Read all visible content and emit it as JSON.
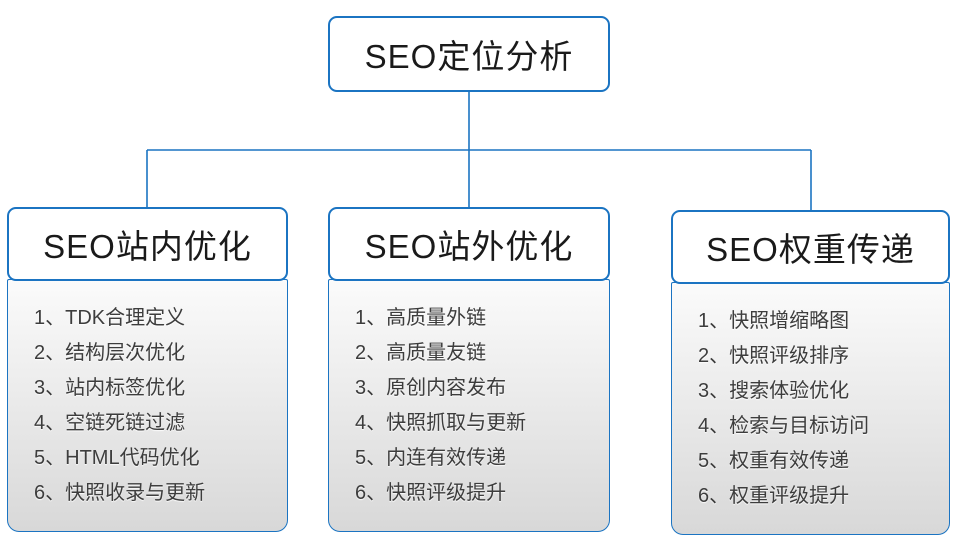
{
  "root": {
    "title": "SEO定位分析"
  },
  "columns": [
    {
      "title": "SEO站内优化",
      "items": [
        "1、TDK合理定义",
        "2、结构层次优化",
        "3、站内标签优化",
        "4、空链死链过滤",
        "5、HTML代码优化",
        "6、快照收录与更新"
      ]
    },
    {
      "title": "SEO站外优化",
      "items": [
        "1、高质量外链",
        "2、高质量友链",
        "3、原创内容发布",
        "4、快照抓取与更新",
        "5、内连有效传递",
        "6、快照评级提升"
      ]
    },
    {
      "title": "SEO权重传递",
      "items": [
        "1、快照增缩略图",
        "2、快照评级排序",
        "3、搜索体验优化",
        "4、检索与目标访问",
        "5、权重有效传递",
        "6、权重评级提升"
      ]
    }
  ],
  "colors": {
    "line": "#1b74c2",
    "header-bg": "#ffffff",
    "panel-top": "#fbfbfb",
    "panel-bottom": "#d8d8d8",
    "title-color": "#1a1a1a",
    "item-color": "#3d3d3d",
    "page-bg": "#ffffff"
  }
}
